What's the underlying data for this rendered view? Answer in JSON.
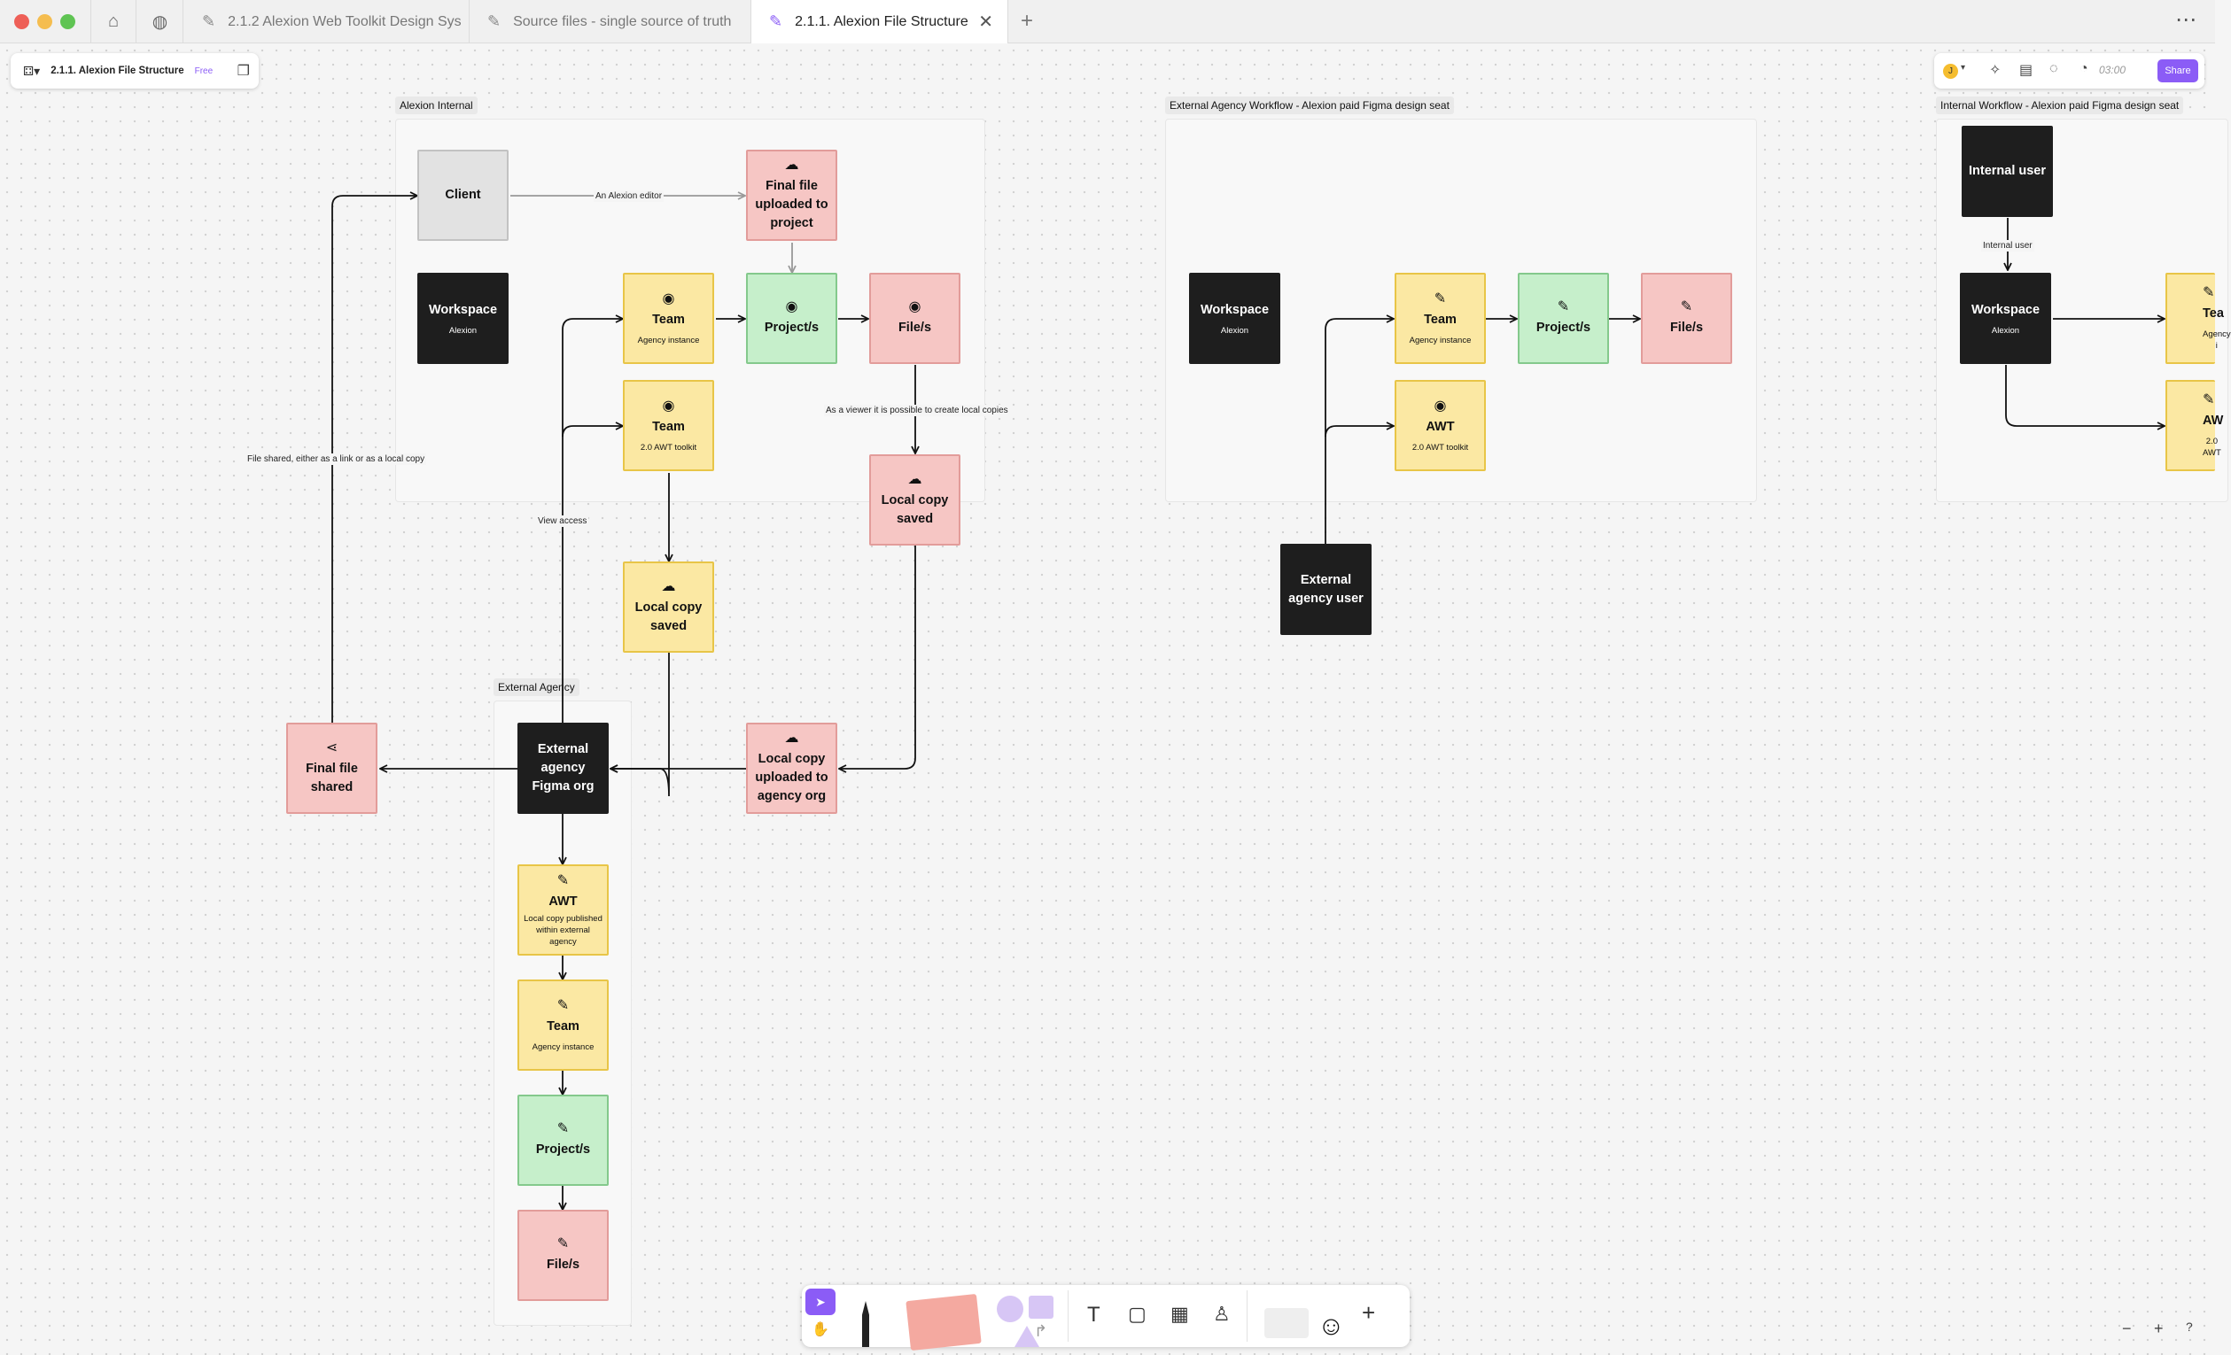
{
  "tabs": [
    {
      "label": "2.1.2 Alexion Web Toolkit Design Sys",
      "icon": "figma-file-icon"
    },
    {
      "label": "Source files - single source of truth",
      "icon": "figma-file-icon"
    },
    {
      "label": "2.1.1. Alexion File Structure",
      "icon": "figjam-file-icon",
      "active": true
    }
  ],
  "titlebar": {
    "new_tab": "+",
    "more": "⋯",
    "close": "✕"
  },
  "file": {
    "name": "2.1.1. Alexion File Structure",
    "plan": "Free"
  },
  "toolbar_right": {
    "avatar": "J",
    "timer": "03:00",
    "share_label": "Share"
  },
  "colors": {
    "accent": "#8b5cf6",
    "yellow": "#fbe8a3",
    "green": "#c6efcb",
    "pink": "#f6c6c4",
    "black": "#1e1e1e",
    "grey": "#e2e2e2"
  },
  "sections": {
    "alexion_internal": "Alexion Internal",
    "external_agency": "External Agency",
    "external_workflow": "External Agency Workflow - Alexion paid Figma design seat",
    "internal_workflow": "Internal Workflow - Alexion paid Figma design seat"
  },
  "nodes": {
    "client": {
      "title": "Client"
    },
    "final_uploaded": {
      "title": "Final file uploaded to project",
      "icon": "cloud-upload-icon"
    },
    "workspace": {
      "title": "Workspace",
      "sub": "Alexion"
    },
    "team_agency": {
      "title": "Team",
      "sub": "Agency instance",
      "icon": "eye-icon"
    },
    "projects": {
      "title": "Project/s",
      "icon": "eye-icon"
    },
    "files": {
      "title": "File/s",
      "icon": "eye-icon"
    },
    "team_awt": {
      "title": "Team",
      "sub": "2.0 AWT toolkit",
      "icon": "eye-icon"
    },
    "local_saved_1": {
      "title": "Local copy saved",
      "icon": "cloud-upload-icon"
    },
    "local_saved_2": {
      "title": "Local copy saved",
      "icon": "cloud-upload-icon"
    },
    "final_shared": {
      "title": "Final file shared",
      "icon": "share-icon"
    },
    "ext_org": {
      "title": "External agency Figma org"
    },
    "local_uploaded_agency": {
      "title": "Local copy uploaded to agency org",
      "icon": "cloud-upload-icon"
    },
    "awt_ext": {
      "title": "AWT",
      "sub": "Local copy published within external agency",
      "icon": "pencil-icon"
    },
    "team_ext": {
      "title": "Team",
      "sub": "Agency instance",
      "icon": "pencil-icon"
    },
    "projects_ext": {
      "title": "Project/s",
      "icon": "pencil-icon"
    },
    "files_ext": {
      "title": "File/s",
      "icon": "pencil-icon"
    },
    "wf_workspace": {
      "title": "Workspace",
      "sub": "Alexion"
    },
    "wf_team": {
      "title": "Team",
      "sub": "Agency instance",
      "icon": "pencil-icon"
    },
    "wf_projects": {
      "title": "Project/s",
      "icon": "pencil-icon"
    },
    "wf_files": {
      "title": "File/s",
      "icon": "pencil-icon"
    },
    "wf_awt": {
      "title": "AWT",
      "sub": "2.0 AWT toolkit",
      "icon": "eye-icon"
    },
    "wf_ext_user": {
      "title": "External agency user"
    },
    "iw_user": {
      "title": "Internal user"
    },
    "iw_workspace": {
      "title": "Workspace",
      "sub": "Alexion"
    },
    "iw_team": {
      "title": "Tea",
      "sub": "Agency i",
      "icon": "pencil-icon"
    },
    "iw_awt": {
      "title": "AW",
      "sub": "2.0 AWT",
      "icon": "pencil-icon"
    }
  },
  "edge_labels": {
    "alexion_editor": "An Alexion editor",
    "viewer_copies": "As a viewer it is possible to create local copies",
    "file_shared": "File shared, either as a link or as a local copy",
    "view_access": "View access",
    "internal_user": "Internal user"
  },
  "bottom_toolbar": {
    "tools": [
      "select-tool",
      "hand-tool",
      "pen-tool",
      "sticky-notes",
      "shapes-tool",
      "connector-tool",
      "text-tool",
      "section-tool",
      "table-tool",
      "stamp-tool",
      "stickers",
      "more-tools"
    ]
  },
  "zoom": {
    "out": "−",
    "in": "+",
    "help": "?"
  }
}
